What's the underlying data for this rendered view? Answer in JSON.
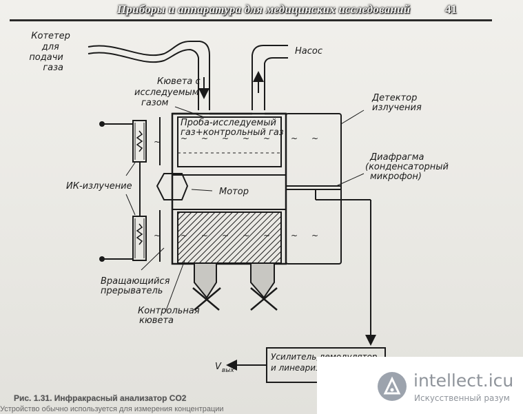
{
  "header": {
    "running_head": "Приборы и аппаратура для медицинских исследований",
    "page_number": "41"
  },
  "labels": {
    "catheter": [
      "Котетер",
      "для",
      "подачи",
      "газа"
    ],
    "pump": "Насос",
    "cuvette": [
      "Кювета с",
      "исследуемым",
      "газом"
    ],
    "sample": [
      "Проба-исследуемый",
      "газ+контрольный газ"
    ],
    "detector": [
      "Детектор",
      "излучения"
    ],
    "diaphragm": [
      "Диафрагма",
      "(конденсаторный",
      "микрофон)"
    ],
    "ir": "ИК-излучение",
    "motor": "Мотор",
    "chopper": [
      "Вращающийся",
      "прерыватель"
    ],
    "control_cuvette": [
      "Контрольная",
      "кювета"
    ],
    "amplifier": [
      "Усилитель,демодулятор",
      "и линеаризатор"
    ],
    "vout_main": "V",
    "vout_sub": "вых"
  },
  "caption": "Рис. 1.31. Инфракрасный анализатор CO2",
  "bottom_text": "Устройство обычно используется для измерения концентрации",
  "watermark": {
    "title": "intellect.icu",
    "subtitle": "Искусственный разум"
  },
  "colors": {
    "ink": "#1a1a1a",
    "paper": "#ecebe6",
    "watermark": "#8f949b"
  }
}
